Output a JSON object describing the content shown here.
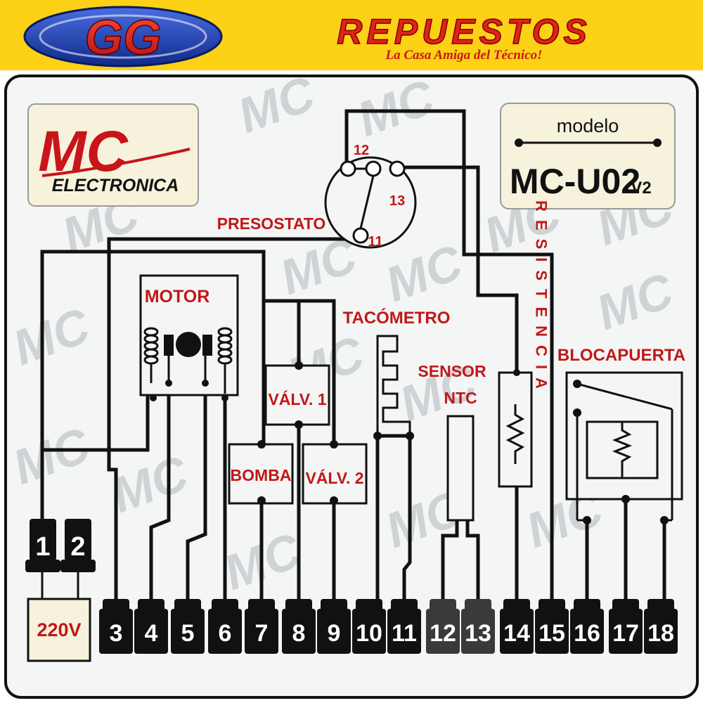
{
  "header": {
    "logo_letters": "GG",
    "brand": "REPUESTOS",
    "tagline": "La Casa Amiga del Técnico!"
  },
  "maker": {
    "logo": "MC",
    "name": "ELECTRONICA"
  },
  "model": {
    "caption": "modelo",
    "code": "MC-U02",
    "version": "V2"
  },
  "components": {
    "presostato": "PRESOSTATO",
    "motor": "MOTOR",
    "tacometro": "TACÓMETRO",
    "sensor_line1": "SENSOR",
    "sensor_line2": "NTC",
    "resistencia": "RESISTENCIA",
    "blocapuerta": "BLOCAPUERTA",
    "valv1": "VÁLV. 1",
    "valv2": "VÁLV. 2",
    "bomba": "BOMBA",
    "supply": "220V"
  },
  "presostato_pins": [
    "12",
    "13",
    "11"
  ],
  "terminals": [
    "1",
    "2",
    "3",
    "4",
    "5",
    "6",
    "7",
    "8",
    "9",
    "10",
    "11",
    "12",
    "13",
    "14",
    "15",
    "16",
    "17",
    "18"
  ],
  "colors": {
    "header_bg": "#fcd116",
    "accent_red": "#c01818",
    "logo_blue": "#1c3aa8",
    "terminal_black": "#111111",
    "terminal_grey": "#3a3a3a",
    "watermark": "#cfd3d6"
  }
}
